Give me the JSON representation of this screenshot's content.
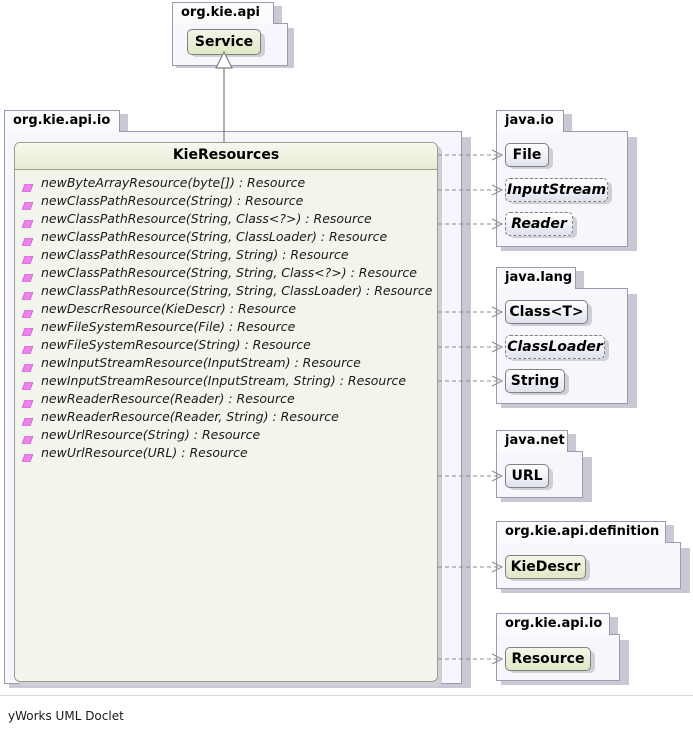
{
  "diagram": {
    "footer": "yWorks UML Doclet",
    "colors": {
      "project_class_fill": "#eaf0d8",
      "external_class_fill": "#dfe2ec",
      "package_fill": "#f6f6fc",
      "package_border": "#9a9ab0",
      "method_icon": "#ee82ee",
      "edge": "#808080",
      "big_class_fill": "#f2f5ec"
    }
  },
  "packages": {
    "org_kie_api": {
      "label": "org.kie.api",
      "classes": [
        {
          "name": "Service",
          "kind": "project",
          "abstract": false
        }
      ]
    },
    "org_kie_api_io": {
      "label": "org.kie.api.io",
      "main_class": {
        "name": "KieResources",
        "kind": "project",
        "methods": [
          {
            "icon": "method-icon",
            "signature": "newByteArrayResource(byte[]) : Resource"
          },
          {
            "icon": "method-icon",
            "signature": "newClassPathResource(String) : Resource"
          },
          {
            "icon": "method-icon",
            "signature": "newClassPathResource(String, Class<?>) : Resource"
          },
          {
            "icon": "method-icon",
            "signature": "newClassPathResource(String, ClassLoader) : Resource"
          },
          {
            "icon": "method-icon",
            "signature": "newClassPathResource(String, String) : Resource"
          },
          {
            "icon": "method-icon",
            "signature": "newClassPathResource(String, String, Class<?>) : Resource"
          },
          {
            "icon": "method-icon",
            "signature": "newClassPathResource(String, String, ClassLoader) : Resource"
          },
          {
            "icon": "method-icon",
            "signature": "newDescrResource(KieDescr) : Resource"
          },
          {
            "icon": "method-icon",
            "signature": "newFileSystemResource(File) : Resource"
          },
          {
            "icon": "method-icon",
            "signature": "newFileSystemResource(String) : Resource"
          },
          {
            "icon": "method-icon",
            "signature": "newInputStreamResource(InputStream) : Resource"
          },
          {
            "icon": "method-icon",
            "signature": "newInputStreamResource(InputStream, String) : Resource"
          },
          {
            "icon": "method-icon",
            "signature": "newReaderResource(Reader) : Resource"
          },
          {
            "icon": "method-icon",
            "signature": "newReaderResource(Reader, String) : Resource"
          },
          {
            "icon": "method-icon",
            "signature": "newUrlResource(String) : Resource"
          },
          {
            "icon": "method-icon",
            "signature": "newUrlResource(URL) : Resource"
          }
        ]
      }
    },
    "java_io": {
      "label": "java.io",
      "classes": [
        {
          "name": "File",
          "kind": "external",
          "abstract": false
        },
        {
          "name": "InputStream",
          "kind": "external",
          "abstract": true
        },
        {
          "name": "Reader",
          "kind": "external",
          "abstract": true
        }
      ]
    },
    "java_lang": {
      "label": "java.lang",
      "classes": [
        {
          "name": "Class<T>",
          "kind": "external",
          "abstract": false
        },
        {
          "name": "ClassLoader",
          "kind": "external",
          "abstract": true
        },
        {
          "name": "String",
          "kind": "external",
          "abstract": false
        }
      ]
    },
    "java_net": {
      "label": "java.net",
      "classes": [
        {
          "name": "URL",
          "kind": "external",
          "abstract": false
        }
      ]
    },
    "org_kie_api_definition": {
      "label": "org.kie.api.definition",
      "classes": [
        {
          "name": "KieDescr",
          "kind": "project",
          "abstract": false
        }
      ]
    },
    "org_kie_api_io_right": {
      "label": "org.kie.api.io",
      "classes": [
        {
          "name": "Resource",
          "kind": "project",
          "abstract": false
        }
      ]
    }
  },
  "relations": {
    "generalization": {
      "from": "KieResources",
      "to": "Service",
      "arrow": "hollow-triangle"
    },
    "dependencies": [
      {
        "from": "KieResources",
        "to": "File",
        "arrow": "open-arrow",
        "style": "dashed"
      },
      {
        "from": "KieResources",
        "to": "InputStream",
        "arrow": "open-arrow",
        "style": "dashed"
      },
      {
        "from": "KieResources",
        "to": "Reader",
        "arrow": "open-arrow",
        "style": "dashed"
      },
      {
        "from": "KieResources",
        "to": "Class<T>",
        "arrow": "open-arrow",
        "style": "dashed"
      },
      {
        "from": "KieResources",
        "to": "ClassLoader",
        "arrow": "open-arrow",
        "style": "dashed"
      },
      {
        "from": "KieResources",
        "to": "String",
        "arrow": "open-arrow",
        "style": "dashed"
      },
      {
        "from": "KieResources",
        "to": "URL",
        "arrow": "open-arrow",
        "style": "dashed"
      },
      {
        "from": "KieResources",
        "to": "KieDescr",
        "arrow": "open-arrow",
        "style": "dashed"
      },
      {
        "from": "KieResources",
        "to": "Resource",
        "arrow": "open-arrow",
        "style": "dashed"
      }
    ]
  }
}
